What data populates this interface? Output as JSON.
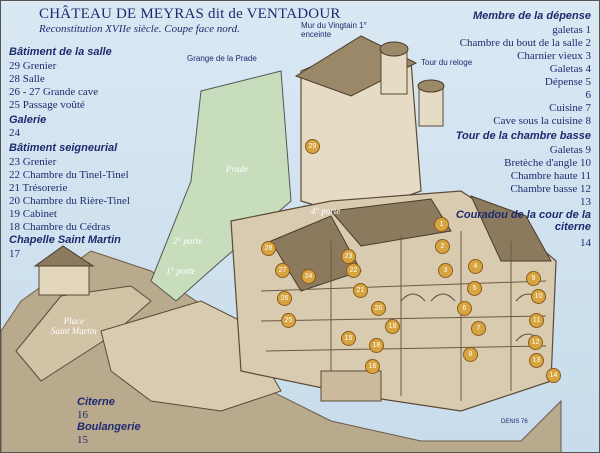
{
  "title": "CHÂTEAU DE MEYRAS dit de VENTADOUR",
  "subtitle": "Reconstitution XVIIe siècle. Coupe face nord.",
  "left_legend": {
    "sections": [
      {
        "heading": "Bâtiment de la salle",
        "items": [
          "29 Grenier",
          "28 Salle",
          "26 - 27 Grande cave",
          "25 Passage voûté"
        ]
      },
      {
        "heading": "Galerie",
        "items": [
          "24"
        ]
      },
      {
        "heading": "Bâtiment seigneurial",
        "items": [
          "23 Grenier",
          "22 Chambre du Tinel-Tinel",
          "21 Trésorerie",
          "20 Chambre du Rière-Tinel",
          "19 Cabinet",
          "18 Chambre du Cédras"
        ]
      },
      {
        "heading": "Chapelle Saint Martin",
        "items": [
          "17"
        ]
      }
    ]
  },
  "right_legend": {
    "sections": [
      {
        "heading": "Membre de la dépense",
        "items": [
          "galetas 1",
          "Chambre du bout de la salle 2",
          "Charnier vieux 3",
          "Galetas 4",
          "Dépense 5",
          "6",
          "Cuisine 7",
          "Cave sous la cuisine 8"
        ]
      },
      {
        "heading": "Tour de la chambre basse",
        "items": [
          "Galetas 9",
          "Bretèche d'angle 10",
          "Chambre haute 11",
          "Chambre basse 12",
          "13"
        ]
      },
      {
        "heading": "Couradou de la cour de la citerne",
        "items": [
          "14"
        ]
      }
    ]
  },
  "bottom_legend": {
    "sections": [
      {
        "heading": "Citerne",
        "items": [
          "16"
        ]
      },
      {
        "heading": "Boulangerie",
        "items": [
          "15"
        ]
      }
    ]
  },
  "illustration_labels": {
    "grange": "Grange de la Prade",
    "mur": "Mur du Vingtain 1° enceinte",
    "tour_reloge": "Tour du reloge",
    "prade": "Prade",
    "porte4": "4° porte",
    "porte2": "2° porte",
    "porte1": "1° porte",
    "place": "Place\nSaint Martin",
    "signature": "DENIS 76"
  },
  "markers": [
    "29",
    "28",
    "27",
    "26",
    "25",
    "24",
    "23",
    "22",
    "21",
    "20",
    "19",
    "18",
    "1",
    "2",
    "3",
    "4",
    "5",
    "6",
    "7",
    "8",
    "9",
    "10",
    "11",
    "12",
    "13",
    "14",
    "15",
    "16"
  ],
  "colors": {
    "ink": "#1e2a6e",
    "sky": "#d0e2ee",
    "stone": "#d9cbb0",
    "roof": "#8c7a5e",
    "marker": "#d8a440"
  }
}
